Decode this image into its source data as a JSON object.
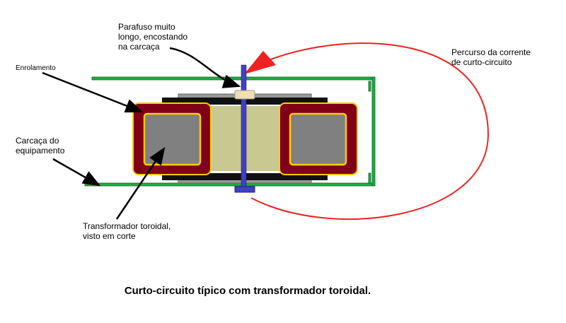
{
  "labels": {
    "bolt": "Parafuso muito\nlongo, encostando\nna carcaça",
    "winding": "Enrolamento",
    "chassis": "Carcaça do\nequipamento",
    "transformer": "Transformador toroidal,\nvisto em corte",
    "current_path": "Percurso da corrente\nde curto-circuito"
  },
  "title": "Curto-circuito típico com transformador toroidal.",
  "colors": {
    "chassis": "#22aa44",
    "winding": "#800018",
    "core": "#808080",
    "insulation": "#ffcc00",
    "bolt": "#4040c0",
    "center": "#c8c890",
    "current": "#ee2222"
  }
}
